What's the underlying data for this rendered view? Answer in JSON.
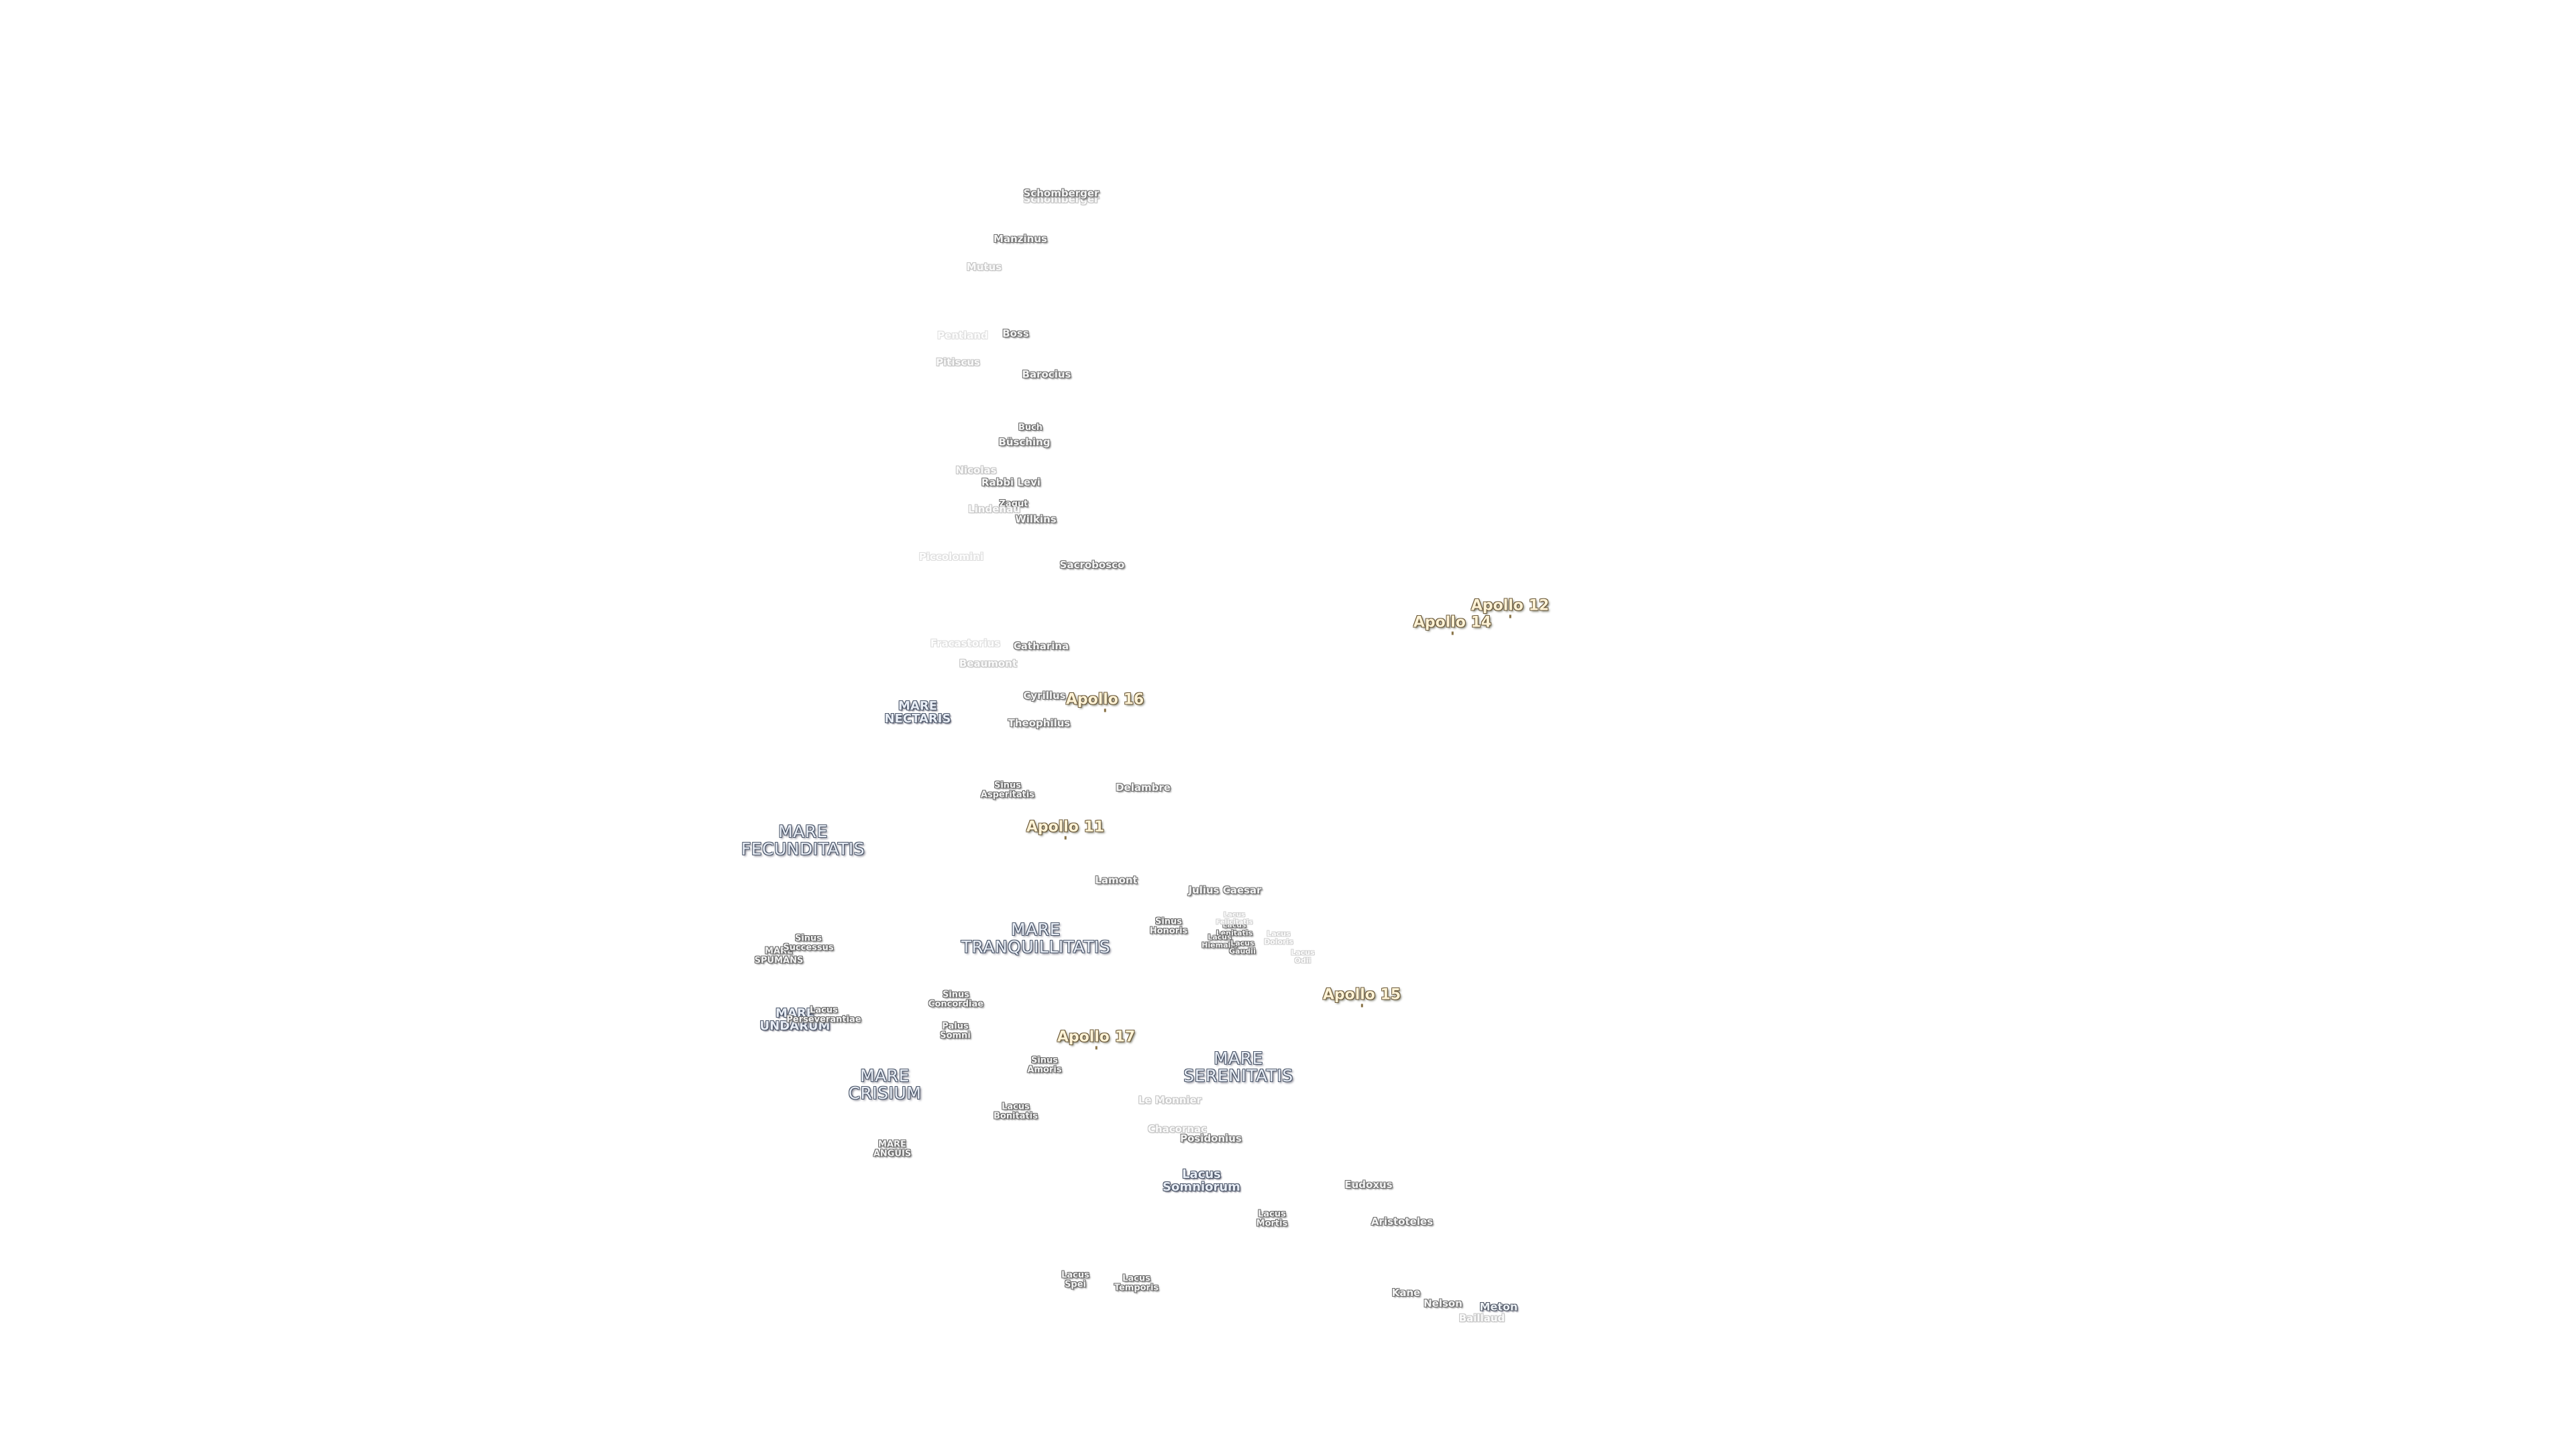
{
  "labels": {
    "schomberger": "Schomberger",
    "schomberger_shadow": "Schomberger",
    "manzinus": "Manzinus",
    "mutus": "Mutus",
    "pentland": "Pentland",
    "boss": "Boss",
    "pitiscus": "Pitiscus",
    "barocius": "Barocius",
    "buch": "Buch",
    "busching": "Büsching",
    "nicolas": "Nicolas",
    "rabbi_levi": "Rabbi Levi",
    "zagut": "Zagut",
    "lindenau": "Lindenau",
    "wilkins": "Wilkins",
    "piccolomini": "Piccolomini",
    "sacrobosco": "Sacrobosco",
    "fracastorius": "Fracastorius",
    "catharina": "Catharina",
    "beaumont": "Beaumont",
    "cyrillus": "Cyrillus",
    "theophilus": "Theophilus",
    "delambre": "Delambre",
    "lamont": "Lamont",
    "julius_caesar": "Julius Caesar",
    "le_monnier": "Le Monnier",
    "chacornac": "Chacornac",
    "posidonius": "Posidonius",
    "eudoxus": "Eudoxus",
    "aristoteles": "Aristoteles",
    "kane": "Kane",
    "nelson": "Nelson",
    "meton": "Meton",
    "baillaud": "Baillaud",
    "mare_nectaris": [
      "MARE",
      "NECTARIS"
    ],
    "mare_fecunditatis": [
      "MARE",
      "FECUNDITATIS"
    ],
    "mare_tranquillitatis": [
      "MARE",
      "TRANQUILLITATIS"
    ],
    "mare_serenitatis": [
      "MARE",
      "SERENITATIS"
    ],
    "mare_crisium": [
      "MARE",
      "CRISIUM"
    ],
    "mare_spumans": [
      "MARE",
      "SPUMANS"
    ],
    "mare_undarum": [
      "MARE",
      "UNDARUM"
    ],
    "mare_anguis": [
      "MARE",
      "ANGUIS"
    ],
    "sinus_asperitatis": [
      "Sinus",
      "Asperitatis"
    ],
    "sinus_honoris": [
      "Sinus",
      "Honoris"
    ],
    "sinus_successus": [
      "Sinus",
      "Successus"
    ],
    "sinus_concordiae": [
      "Sinus",
      "Concordiae"
    ],
    "sinus_amoris": [
      "Sinus",
      "Amoris"
    ],
    "palus_somni": [
      "Palus",
      "Somni"
    ],
    "lacus_perseverantiae": [
      "Lacus",
      "Perseverantiae"
    ],
    "lacus_bonitatis": [
      "Lacus",
      "Bonitatis"
    ],
    "lacus_somniorum": [
      "Lacus",
      "Somniorum"
    ],
    "lacus_mortis": [
      "Lacus",
      "Mortis"
    ],
    "lacus_spei": [
      "Lacus",
      "Spei"
    ],
    "lacus_temporis": [
      "Lacus",
      "Temporis"
    ],
    "lacus_lenitatis": [
      "Lacus",
      "Lenitatis"
    ],
    "lacus_hiemalis": [
      "Lacus",
      "Hiemalis"
    ],
    "lacus_gaudii": [
      "Lacus",
      "Gaudii"
    ],
    "lacus_odii": [
      "Lacus",
      "Odii"
    ],
    "lacus_doloris": [
      "Lacus",
      "Doloris"
    ],
    "lacus_felicitatis": [
      "Lacus",
      "Felicitatis"
    ],
    "apollo_11": "Apollo 11",
    "apollo_12": "Apollo 12",
    "apollo_14": "Apollo 14",
    "apollo_15": "Apollo 15",
    "apollo_16": "Apollo 16",
    "apollo_17": "Apollo 17"
  },
  "colors": {
    "background": "#ffffff",
    "mare_text": "#e9eef6",
    "mare_outline": "#4a5568",
    "apollo_text": "#fff3d6",
    "apollo_outline": "#6b5a3a",
    "crater_outline": "#6f6f6f"
  }
}
